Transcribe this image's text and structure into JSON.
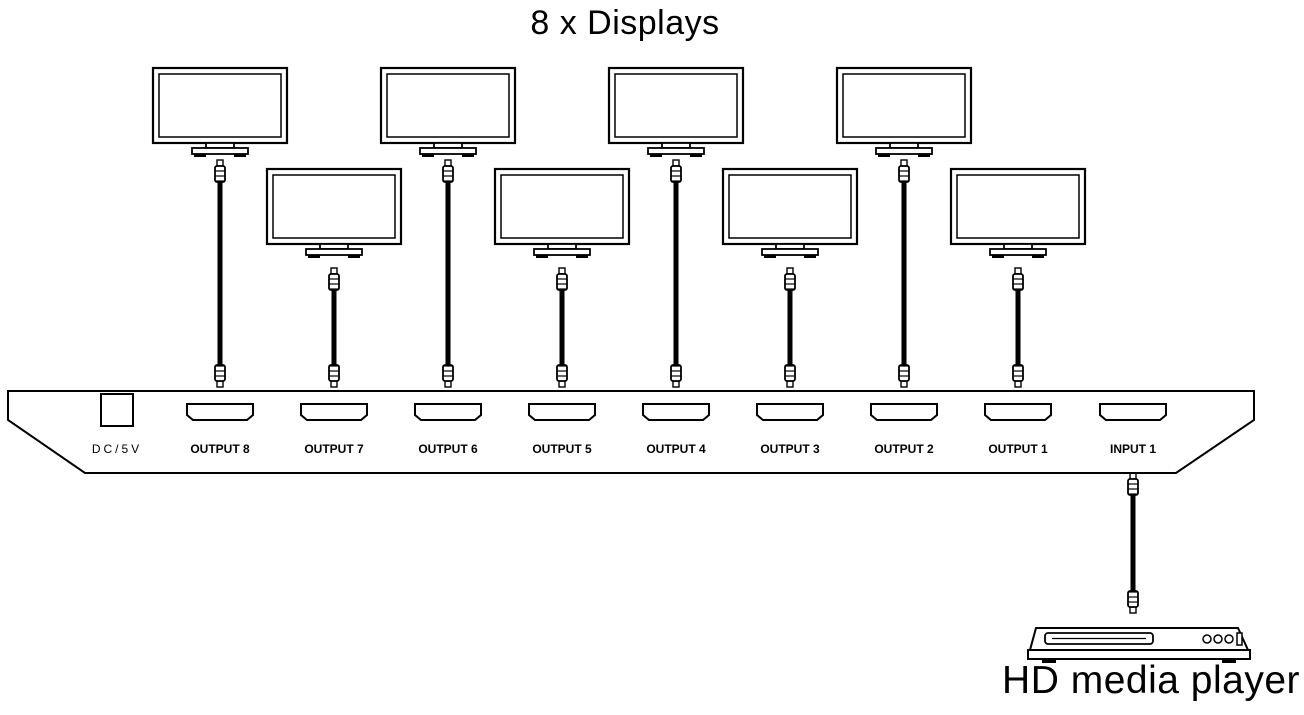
{
  "title": "8 x Displays",
  "player_label": "HD media player",
  "splitter": {
    "dc_label": "DC/5V",
    "ports": [
      "OUTPUT 8",
      "OUTPUT 7",
      "OUTPUT 6",
      "OUTPUT 5",
      "OUTPUT 4",
      "OUTPUT 3",
      "OUTPUT 2",
      "OUTPUT 1",
      "INPUT 1"
    ]
  },
  "colors": {
    "line": "#000000",
    "background": "#ffffff"
  }
}
